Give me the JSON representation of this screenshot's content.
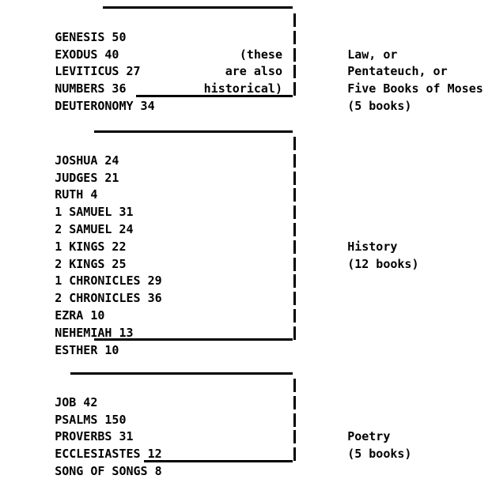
{
  "document": {
    "title": "Old Testament Books Outline",
    "text_color": "#000000",
    "background_color": "#ffffff",
    "rule_color": "#000000"
  },
  "sections": [
    {
      "id": "law",
      "books": [
        {
          "name": "GENESIS",
          "chapters": "50",
          "line": "GENESIS 50"
        },
        {
          "name": "EXODUS",
          "chapters": "40",
          "line": "EXODUS 40"
        },
        {
          "name": "LEVITICUS",
          "chapters": "27",
          "line": "LEVITICUS 27"
        },
        {
          "name": "NUMBERS",
          "chapters": "36",
          "line": "NUMBERS 36"
        },
        {
          "name": "DEUTERONOMY",
          "chapters": "34",
          "line": "DEUTERONOMY 34"
        }
      ],
      "note": [
        "(these",
        "are also",
        "historical)"
      ],
      "category": [
        "Law, or",
        "Pentateuch, or",
        "Five Books of Moses",
        "(5 books)"
      ],
      "count_label": "(5 books)"
    },
    {
      "id": "history",
      "books": [
        {
          "name": "JOSHUA",
          "chapters": "24",
          "line": "JOSHUA 24"
        },
        {
          "name": "JUDGES",
          "chapters": "21",
          "line": "JUDGES 21"
        },
        {
          "name": "RUTH",
          "chapters": "4",
          "line": "RUTH 4"
        },
        {
          "name": "1 SAMUEL",
          "chapters": "31",
          "line": "1 SAMUEL 31"
        },
        {
          "name": "2 SAMUEL",
          "chapters": "24",
          "line": "2 SAMUEL 24"
        },
        {
          "name": "1 KINGS",
          "chapters": "22",
          "line": "1 KINGS 22"
        },
        {
          "name": "2 KINGS",
          "chapters": "25",
          "line": "2 KINGS 25"
        },
        {
          "name": "1 CHRONICLES",
          "chapters": "29",
          "line": "1 CHRONICLES 29"
        },
        {
          "name": "2 CHRONICLES",
          "chapters": "36",
          "line": "2 CHRONICLES 36"
        },
        {
          "name": "EZRA",
          "chapters": "10",
          "line": "EZRA 10"
        },
        {
          "name": "NEHEMIAH",
          "chapters": "13",
          "line": "NEHEMIAH 13"
        },
        {
          "name": "ESTHER",
          "chapters": "10",
          "line": "ESTHER 10"
        }
      ],
      "note": [],
      "category": [
        "History",
        "(12 books)"
      ],
      "count_label": "(12 books)"
    },
    {
      "id": "poetry",
      "books": [
        {
          "name": "JOB",
          "chapters": "42",
          "line": "JOB 42"
        },
        {
          "name": "PSALMS",
          "chapters": "150",
          "line": "PSALMS 150"
        },
        {
          "name": "PROVERBS",
          "chapters": "31",
          "line": "PROVERBS 31"
        },
        {
          "name": "ECCLESIASTES",
          "chapters": "12",
          "line": "ECCLESIASTES 12"
        },
        {
          "name": "SONG OF SONGS",
          "chapters": "8",
          "line": "SONG OF SONGS 8"
        }
      ],
      "note": [],
      "category": [
        "Poetry",
        "(5 books)"
      ],
      "count_label": "(5 books)"
    }
  ]
}
